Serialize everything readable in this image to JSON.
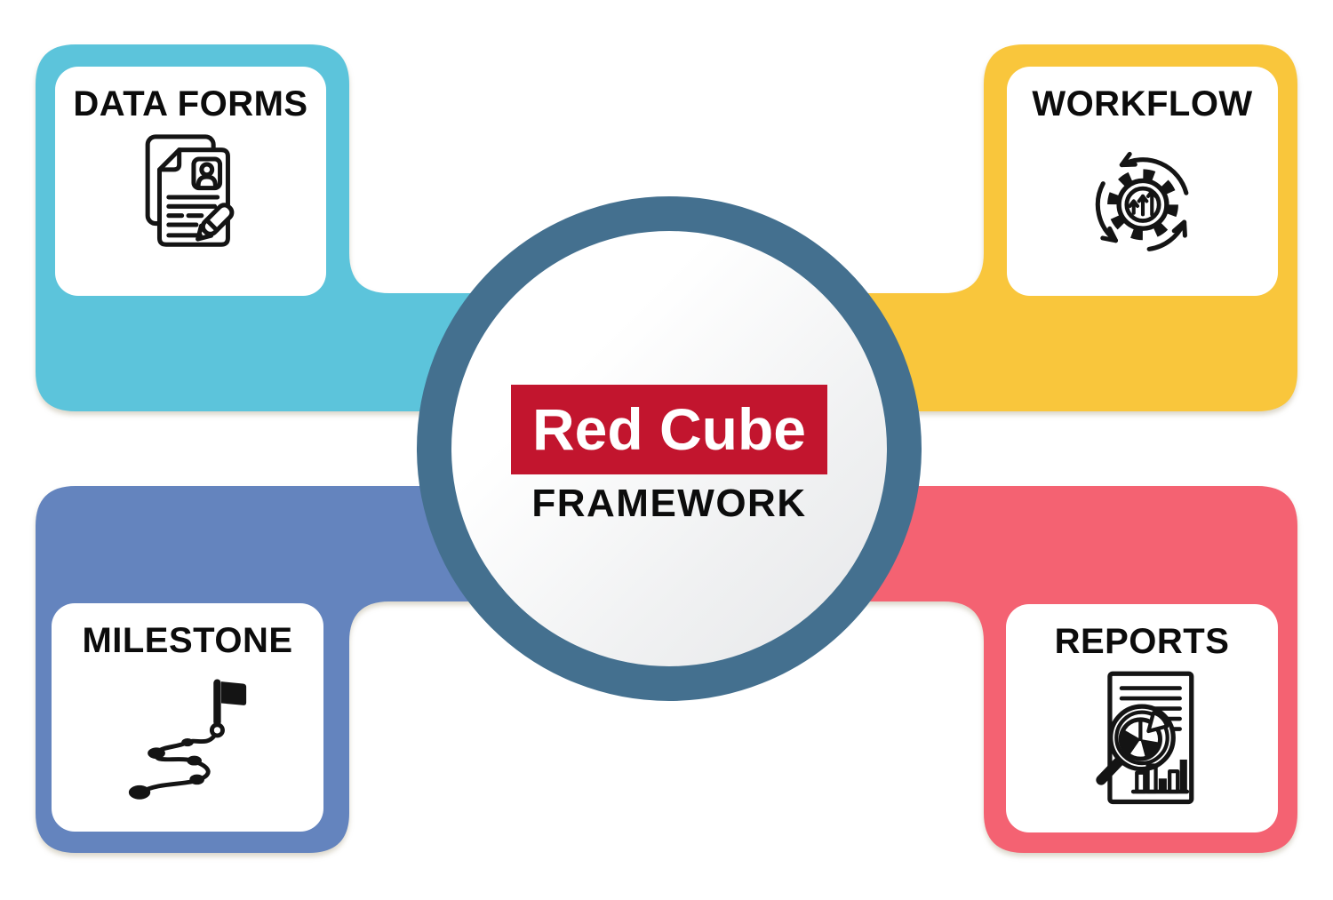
{
  "diagram": {
    "center": {
      "badge_label": "Red Cube",
      "subtitle": "FRAMEWORK",
      "badge_bg": "#C2152E",
      "badge_text_color": "#FFFFFF",
      "ring_color": "#44708F"
    },
    "quadrants": [
      {
        "label": "DATA FORMS",
        "position": "top-left",
        "color": "#5CC4DB",
        "icon": "form-document-icon"
      },
      {
        "label": "WORKFLOW",
        "position": "top-right",
        "color": "#F9C63C",
        "icon": "gear-sync-icon"
      },
      {
        "label": "MILESTONE",
        "position": "bottom-left",
        "color": "#6484BE",
        "icon": "flag-route-icon"
      },
      {
        "label": "REPORTS",
        "position": "bottom-right",
        "color": "#F46272",
        "icon": "report-magnifier-icon"
      }
    ]
  }
}
